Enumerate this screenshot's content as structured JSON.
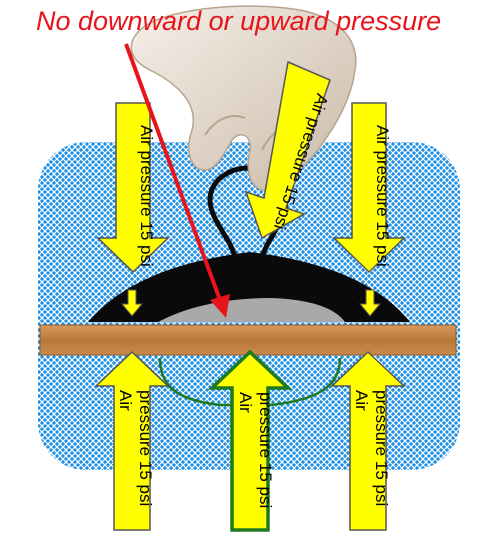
{
  "title": "No downward or upward pressure",
  "arrows": {
    "top_left": "Air pressure 15 psi",
    "top_middle": "Air pressure 15 psi",
    "top_right": "Air pressure 15 psi",
    "bottom_left": [
      "Air",
      "pressure 15 psi"
    ],
    "bottom_middle": [
      "Air",
      "pressure 15 psi"
    ],
    "bottom_right": [
      "Air",
      "pressure 15 psi"
    ]
  },
  "colors": {
    "title": "#e8141b",
    "air_pattern": "#1b8fe6",
    "arrow_fill": "#ffff00",
    "arrow_outline_bottom_middle": "#1f7a1f",
    "board": "#c98a4e",
    "suction_cup": "#0a0a0a",
    "trapped_air": "#a9a9a9",
    "pointer_arrow": "#e8141b"
  },
  "icons": [
    "hand-holding-string",
    "suction-cup",
    "wooden-board"
  ]
}
